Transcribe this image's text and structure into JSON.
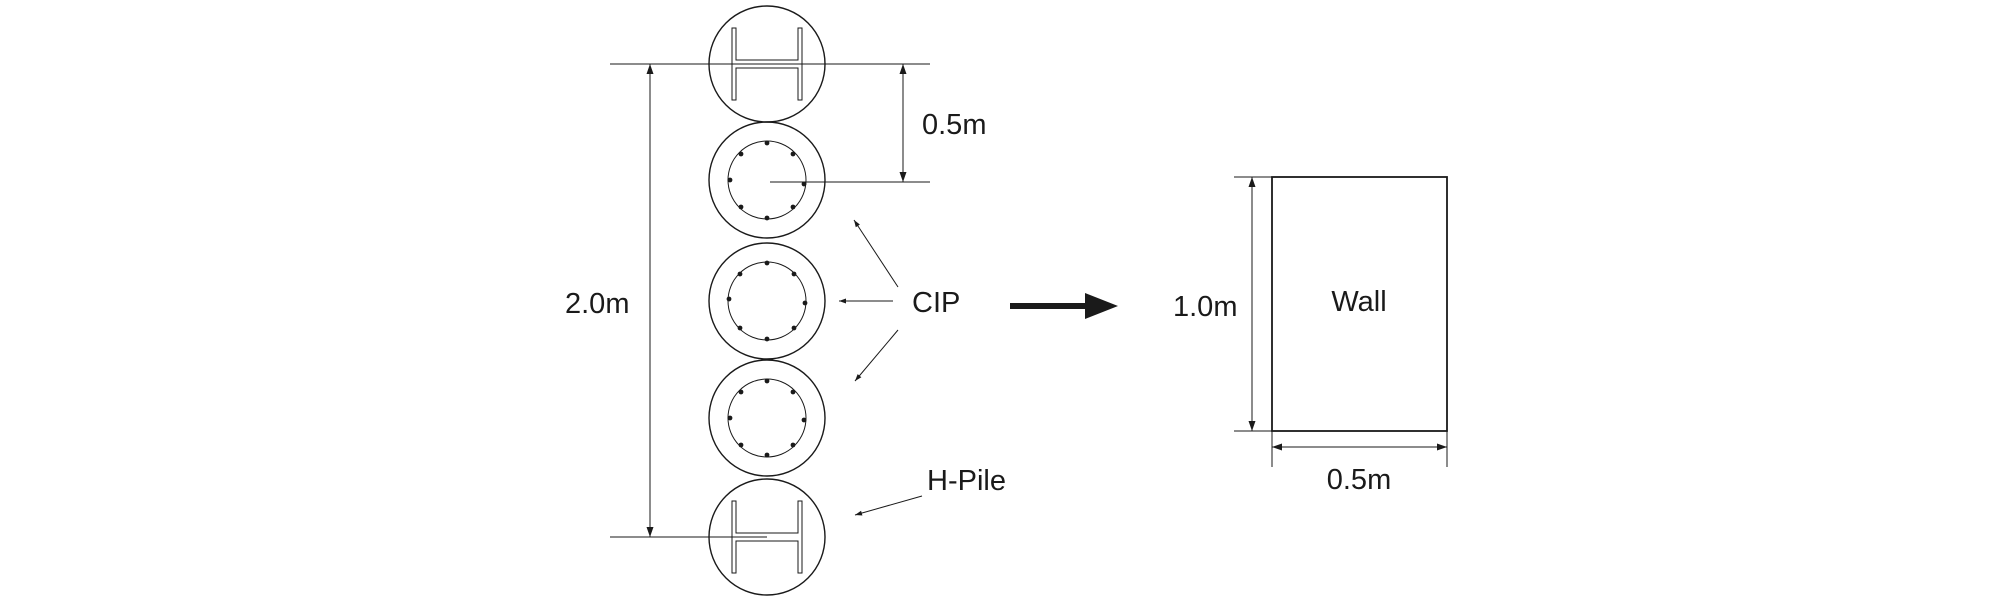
{
  "labels": {
    "total_height": "2.0m",
    "spacing": "0.5m",
    "cip": "CIP",
    "h_pile": "H-Pile",
    "wall_height": "1.0m",
    "wall": "Wall",
    "wall_width": "0.5m"
  },
  "piles": [
    "H-Pile",
    "CIP",
    "CIP",
    "CIP",
    "H-Pile"
  ],
  "colors": {
    "line": "#1a1a1a",
    "background": "#ffffff"
  }
}
